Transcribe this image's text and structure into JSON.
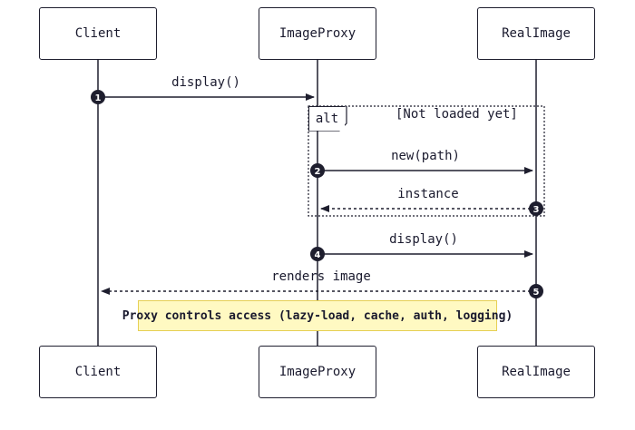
{
  "participants": [
    "Client",
    "ImageProxy",
    "RealImage"
  ],
  "messages": [
    {
      "num": "1",
      "label": "display()",
      "style": "solid"
    },
    {
      "num": "2",
      "label": "new(path)",
      "style": "solid"
    },
    {
      "num": "3",
      "label": "instance",
      "style": "dashed"
    },
    {
      "num": "4",
      "label": "display()",
      "style": "solid"
    },
    {
      "num": "5",
      "label": "renders image",
      "style": "dashed"
    }
  ],
  "alt_fragment": {
    "keyword": "alt",
    "condition": "[Not loaded yet]"
  },
  "note": "Proxy controls access (lazy-load, cache, auth, logging)",
  "colors": {
    "line": "#1e1e2e",
    "note_fill": "#fff9c2",
    "note_border": "#e6cf54",
    "badge": "#1e1e2e"
  }
}
